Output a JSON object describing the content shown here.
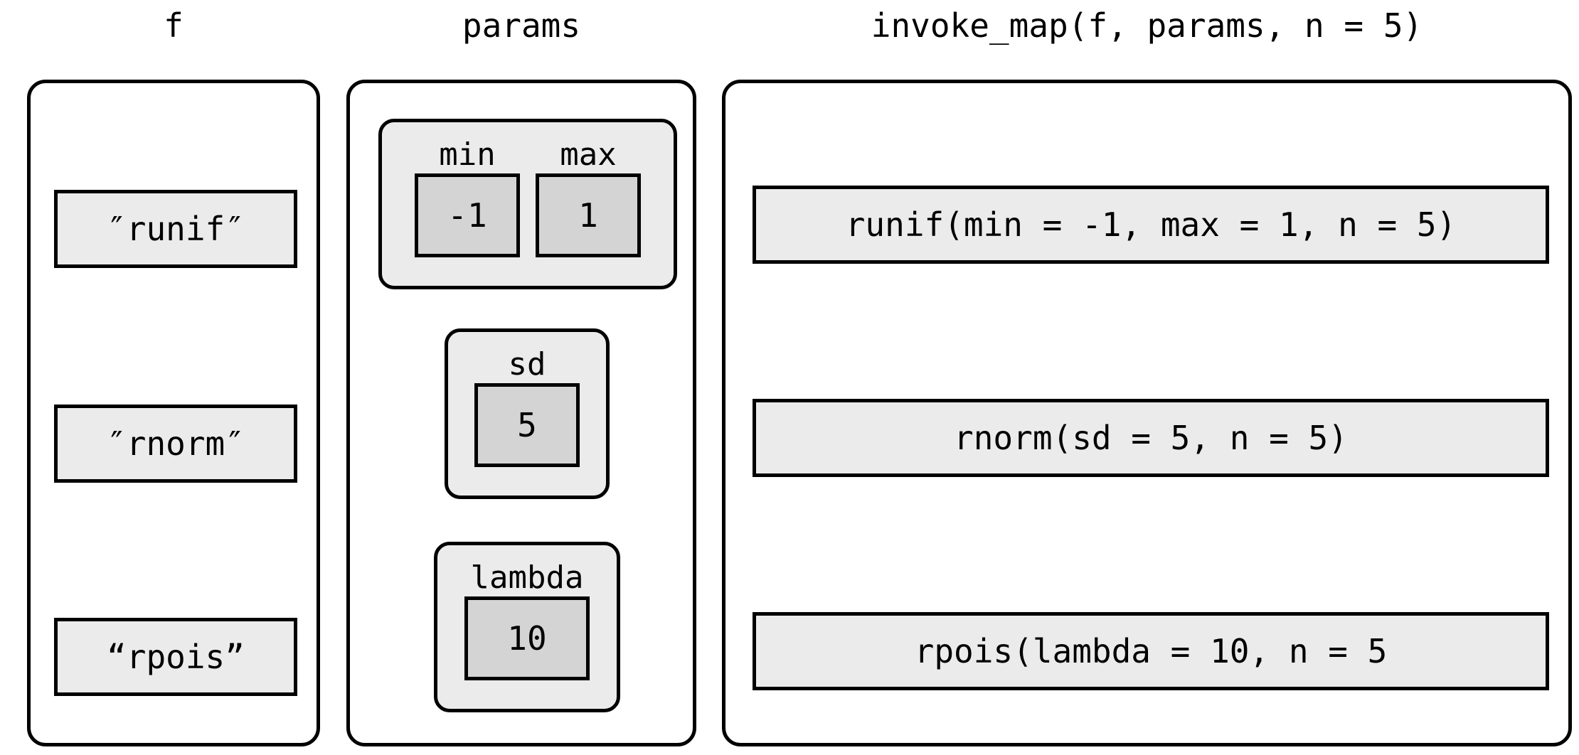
{
  "diagram": {
    "columns": [
      {
        "id": "f",
        "header": "f"
      },
      {
        "id": "params",
        "header": "params"
      },
      {
        "id": "invoke_map",
        "header": "invoke_map(f, params, n = 5)"
      }
    ],
    "f_values": [
      {
        "text": "″runif″"
      },
      {
        "text": "″rnorm″"
      },
      {
        "text": "“rpois”"
      }
    ],
    "param_groups": [
      {
        "id": "group-runif",
        "slots": [
          {
            "label": "min",
            "value": "-1"
          },
          {
            "label": "max",
            "value": "1"
          }
        ]
      },
      {
        "id": "group-rnorm",
        "slots": [
          {
            "label": "sd",
            "value": "5"
          }
        ]
      },
      {
        "id": "group-rpois",
        "slots": [
          {
            "label": "lambda",
            "value": "10"
          }
        ]
      }
    ],
    "results": [
      {
        "text": "runif(min = -1, max = 1, n = 5)"
      },
      {
        "text": "rnorm(sd = 5, n = 5)"
      },
      {
        "text": "rpois(lambda = 10, n = 5"
      }
    ],
    "colors": {
      "stroke": "#000000",
      "cell_fill": "#ebebeb",
      "value_fill": "#d4d4d4",
      "background": "#ffffff"
    }
  }
}
